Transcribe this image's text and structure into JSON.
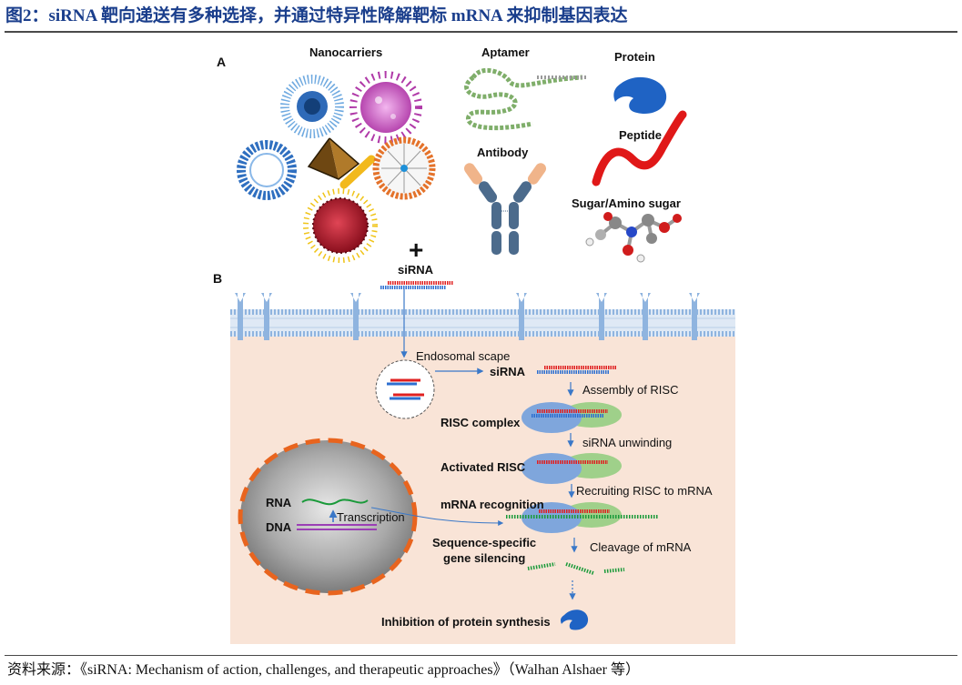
{
  "title": "图2：siRNA 靶向递送有多种选择，并通过特异性降解靶标 mRNA 来抑制基因表达",
  "source": "资料来源：《siRNA: Mechanism of action, challenges, and therapeutic approaches》（Walhan Alshaer 等）",
  "panel_a": {
    "letter": "A",
    "nanocarriers": "Nanocarriers",
    "aptamer": "Aptamer",
    "protein": "Protein",
    "antibody": "Antibody",
    "peptide": "Peptide",
    "sugar": "Sugar/Amino sugar",
    "plus": "+",
    "sirna": "siRNA"
  },
  "panel_b": {
    "letter": "B",
    "endosomal": "Endosomal scape",
    "sirna": "siRNA",
    "assembly": "Assembly of RISC",
    "risc_complex": "RISC complex",
    "unwinding": "siRNA unwinding",
    "activated": "Activated RISC",
    "recruiting": "Recruiting RISC to mRNA",
    "mrna_recognition": "mRNA recognition",
    "rna": "RNA",
    "dna": "DNA",
    "transcription": "Transcription",
    "sequence_specific_1": "Sequence-specific",
    "sequence_specific_2": "gene silencing",
    "cleavage": "Cleavage of mRNA",
    "inhibition": "Inhibition of protein synthesis"
  },
  "colors": {
    "title": "#1a3e8c",
    "cell": "#f9e4d7",
    "membrane": "#8fb4df",
    "risc_blue": "#7fa6dc",
    "risc_green": "#9fd08a",
    "strand_red": "#e02020",
    "strand_blue": "#2d6fd0",
    "mrna_green": "#1a9a3a",
    "nucleus_border": "#e8641e"
  }
}
